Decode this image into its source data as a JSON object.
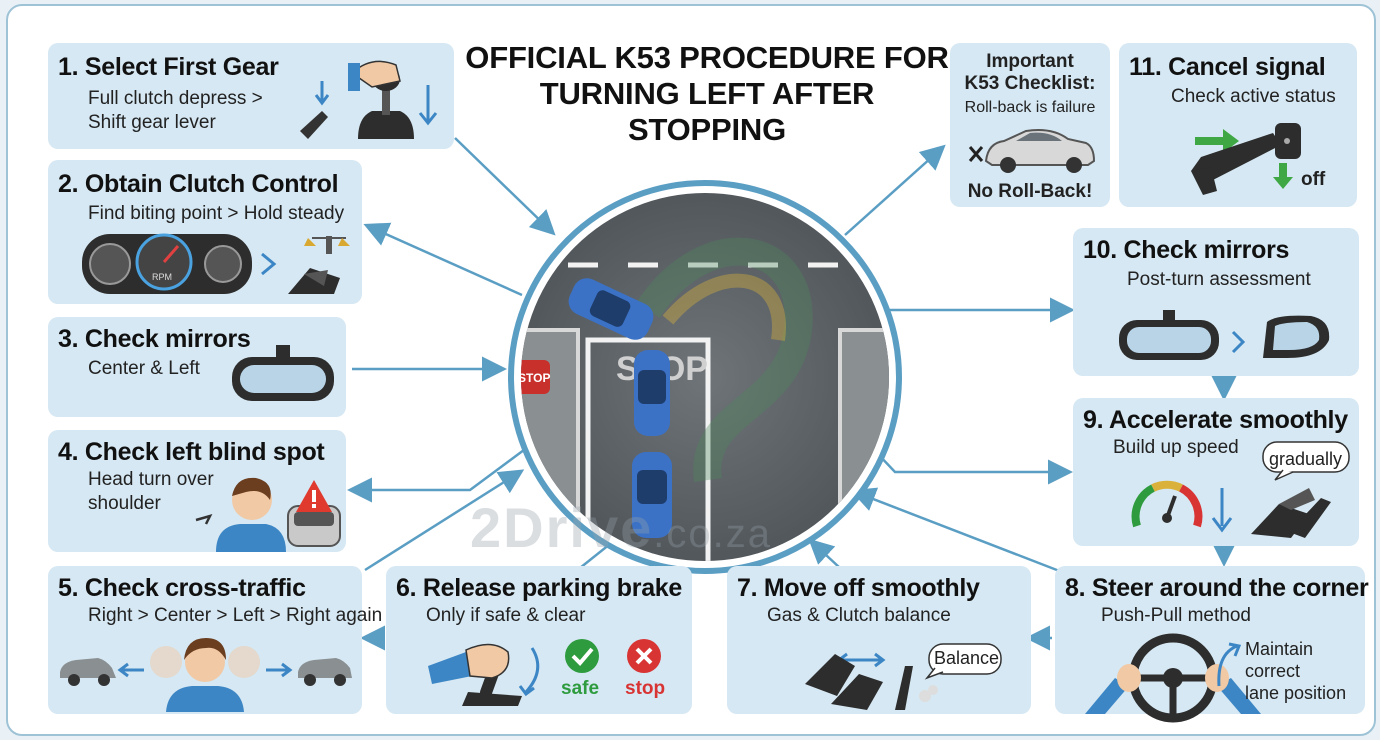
{
  "title_line1": "OFFICIAL K53 PROCEDURE FOR",
  "title_line2": "TURNING LEFT AFTER STOPPING",
  "center": {
    "stop_sign": "STOP",
    "road_text": "STOP"
  },
  "watermark": {
    "brand": "2Drive",
    "domain": ".co.za"
  },
  "steps": [
    {
      "title": "1. Select First Gear",
      "sub1": "Full clutch depress >",
      "sub2": "Shift gear lever"
    },
    {
      "title": "2. Obtain Clutch Control",
      "sub1": "Find biting point > Hold steady",
      "gauge_text": "RPM"
    },
    {
      "title": "3. Check mirrors",
      "sub1": "Center & Left"
    },
    {
      "title": "4. Check left blind spot",
      "sub1": "Head turn over",
      "sub2": "shoulder"
    },
    {
      "title": "5. Check cross-traffic",
      "sub1": "Right > Center > Left > Right again"
    },
    {
      "title": "6. Release parking brake",
      "sub1": "Only if safe & clear",
      "safe": "safe",
      "stop": "stop"
    },
    {
      "title": "7. Move off smoothly",
      "sub1": "Gas & Clutch balance",
      "bubble": "Balance"
    },
    {
      "title": "8. Steer around the corner",
      "sub1": "Push-Pull method",
      "note1": "Maintain",
      "note2": "correct",
      "note3": "lane position"
    },
    {
      "title": "9. Accelerate smoothly",
      "sub1": "Build up speed",
      "bubble": "gradually"
    },
    {
      "title": "10. Check mirrors",
      "sub1": "Post-turn assessment"
    },
    {
      "title": "11. Cancel signal",
      "sub1": "Check active status",
      "off": "off"
    }
  ],
  "checklist": {
    "line1": "Important",
    "line2": "K53 Checklist:",
    "line3": "Roll-back is failure",
    "footer": "No Roll-Back!"
  },
  "colors": {
    "card": "#d6e8f3",
    "arrow": "#5b9ec4",
    "frame": "#9ec3d6",
    "green": "#2e9b3e",
    "red": "#d83434"
  }
}
